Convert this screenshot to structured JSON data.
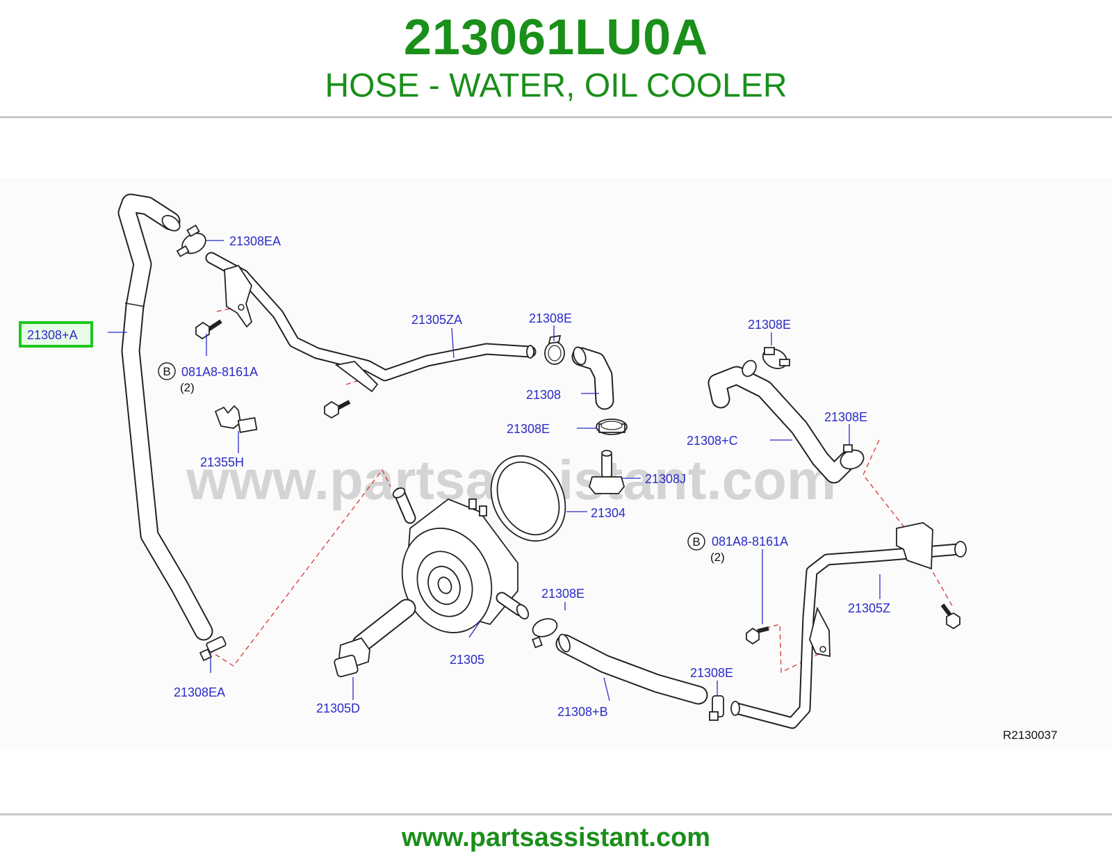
{
  "header": {
    "part_number": "213061LU0A",
    "description": "HOSE - WATER, OIL COOLER"
  },
  "diagram": {
    "watermark": "www.partsassistant.com",
    "ref_code": "R2130037",
    "highlight_color": "#1ec81e",
    "callouts": {
      "c_21308ea_top": "21308EA",
      "c_21308a": "21308+A",
      "c_081a8_left": "081A8-8161A",
      "c_qty_left": "(2)",
      "c_b_left": "B",
      "c_21355h": "21355H",
      "c_21305za": "21305ZA",
      "c_21308e_top": "21308E",
      "c_21308": "21308",
      "c_21308e_mid": "21308E",
      "c_21308e_right_top": "21308E",
      "c_21308e_right": "21308E",
      "c_21308c": "21308+C",
      "c_21308j": "21308J",
      "c_21304": "21304",
      "c_b_right": "B",
      "c_081a8_right": "081A8-8161A",
      "c_qty_right": "(2)",
      "c_21308e_lower": "21308E",
      "c_21305z": "21305Z",
      "c_21305": "21305",
      "c_21308ea_bottom": "21308EA",
      "c_21305d": "21305D",
      "c_21308b": "21308+B",
      "c_21308e_bottom": "21308E"
    }
  },
  "footer": {
    "url": "www.partsassistant.com"
  }
}
